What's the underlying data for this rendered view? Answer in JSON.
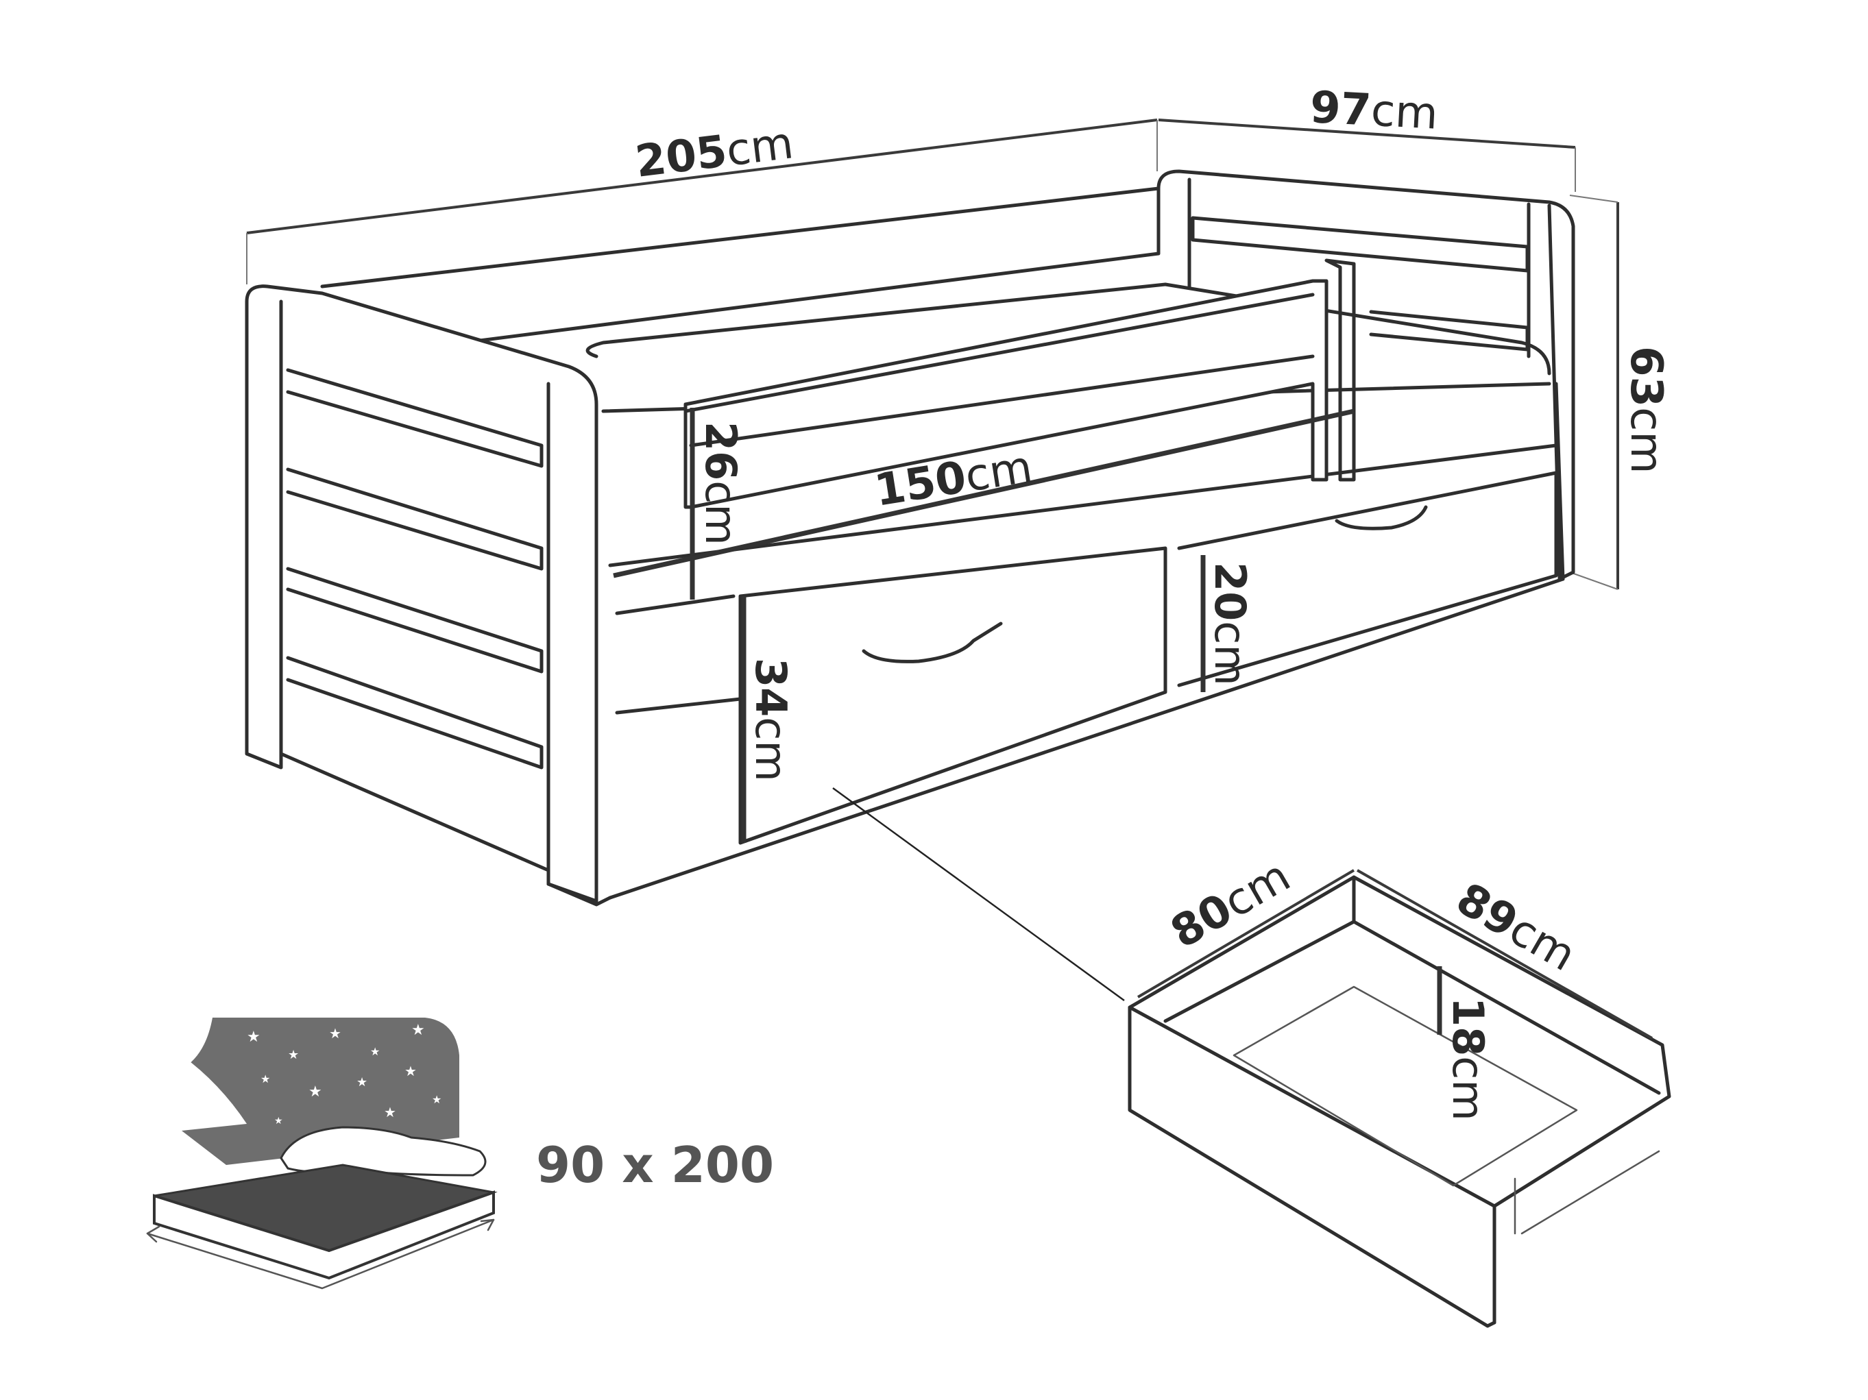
{
  "dimensions": {
    "length": {
      "value": "205",
      "unit": "cm"
    },
    "depth": {
      "value": "97",
      "unit": "cm"
    },
    "height": {
      "value": "63",
      "unit": "cm"
    },
    "rail_height": {
      "value": "26",
      "unit": "cm"
    },
    "rail_length": {
      "value": "150",
      "unit": "cm"
    },
    "bed_base_height": {
      "value": "34",
      "unit": "cm"
    },
    "drawer_front_height": {
      "value": "20",
      "unit": "cm"
    },
    "drawer_width": {
      "value": "80",
      "unit": "cm"
    },
    "drawer_length": {
      "value": "89",
      "unit": "cm"
    },
    "drawer_depth": {
      "value": "18",
      "unit": "cm"
    }
  },
  "mattress": {
    "size_label": "90 x 200"
  },
  "colors": {
    "line": "#2e2e2e",
    "mattress_bg": "#6e6e6e",
    "label_gray": "#555555"
  }
}
